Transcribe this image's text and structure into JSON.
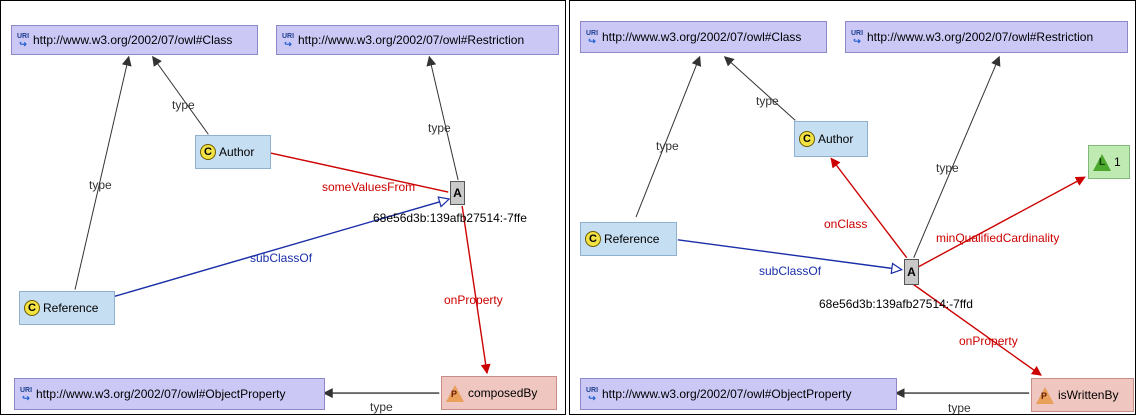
{
  "left": {
    "nodes": {
      "owl_class": "http://www.w3.org/2002/07/owl#Class",
      "owl_restriction": "http://www.w3.org/2002/07/owl#Restriction",
      "author": "Author",
      "reference": "Reference",
      "anon": "A",
      "anon_id": "68e56d3b:139afb27514:-7ffe",
      "owl_objectproperty": "http://www.w3.org/2002/07/owl#ObjectProperty",
      "property": "composedBy"
    },
    "edges": {
      "type_ref": "type",
      "type_author": "type",
      "type_anon": "type",
      "some_values_from": "someValuesFrom",
      "subclass_of": "subClassOf",
      "on_property": "onProperty",
      "type_prop": "type"
    }
  },
  "right": {
    "nodes": {
      "owl_class": "http://www.w3.org/2002/07/owl#Class",
      "owl_restriction": "http://www.w3.org/2002/07/owl#Restriction",
      "author": "Author",
      "reference": "Reference",
      "anon": "A",
      "anon_id": "68e56d3b:139afb27514:-7ffd",
      "literal": "1",
      "owl_objectproperty": "http://www.w3.org/2002/07/owl#ObjectProperty",
      "property": "isWrittenBy"
    },
    "edges": {
      "type_ref": "type",
      "type_author": "type",
      "type_anon": "type",
      "on_class": "onClass",
      "min_qualified_cardinality": "minQualifiedCardinality",
      "subclass_of": "subClassOf",
      "on_property": "onProperty",
      "type_prop": "type"
    }
  },
  "icons": {
    "uri": "URI",
    "class": "C",
    "property": "P",
    "literal": "L"
  },
  "colors": {
    "type_edge": "#333333",
    "restriction_edge": "#cc0000",
    "subclass_edge": "#1a2ea8"
  }
}
